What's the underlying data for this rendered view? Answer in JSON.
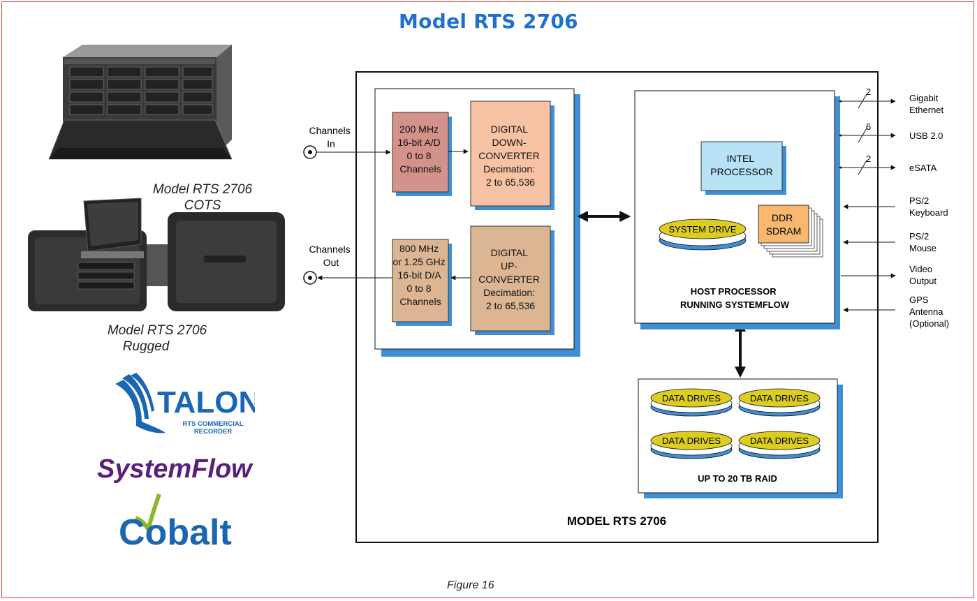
{
  "title": "Model RTS 2706",
  "figure_caption": "Figure 16",
  "products": {
    "cots_caption_line1": "Model RTS 2706",
    "cots_caption_line2": "COTS",
    "rugged_caption_line1": "Model RTS 2706",
    "rugged_caption_line2": "Rugged"
  },
  "logos": {
    "talon_name": "TALON",
    "talon_sub1": "RTS COMMERCIAL",
    "talon_sub2": "RECORDER",
    "systemflow_name": "SystemFlow",
    "cobalt_name": "Cobalt"
  },
  "diagram": {
    "system_label": "MODEL RTS 2706",
    "channels_in": [
      "Channels",
      "In"
    ],
    "channels_out": [
      "Channels",
      "Out"
    ],
    "ad_block": [
      "200 MHz",
      "16-bit A/D",
      "0 to 8",
      "Channels"
    ],
    "da_block": [
      "800 MHz",
      "or 1.25 GHz",
      "16-bit D/A",
      "0 to 8",
      "Channels"
    ],
    "ddc_block": [
      "DIGITAL",
      "DOWN-",
      "CONVERTER",
      "Decimation:",
      "2 to 65,536"
    ],
    "duc_block": [
      "DIGITAL",
      "UP-",
      "CONVERTER",
      "Decimation:",
      "2 to 65,536"
    ],
    "intel": [
      "INTEL",
      "PROCESSOR"
    ],
    "system_drive": "SYSTEM DRIVE",
    "ddr": [
      "DDR",
      "SDRAM"
    ],
    "host": [
      "HOST PROCESSOR",
      "RUNNING SYSTEMFLOW"
    ],
    "data_drive": "DATA DRIVES",
    "raid": "UP TO 20 TB RAID",
    "io": [
      {
        "label": [
          "Gigabit",
          "Ethernet"
        ],
        "bus": "2"
      },
      {
        "label": [
          "USB 2.0"
        ],
        "bus": "6"
      },
      {
        "label": [
          "eSATA"
        ],
        "bus": "2"
      },
      {
        "label": [
          "PS/2",
          "Keyboard"
        ],
        "bus": ""
      },
      {
        "label": [
          "PS/2",
          "Mouse"
        ],
        "bus": ""
      },
      {
        "label": [
          "Video",
          "Output"
        ],
        "bus": ""
      },
      {
        "label": [
          "GPS",
          "Antenna",
          "(Optional)"
        ],
        "bus": ""
      }
    ]
  },
  "colors": {
    "title": "#1f6fd1",
    "frame": "#d43b3b",
    "shadow": "#3f8fd6",
    "ad": "#d3928a",
    "ddc": "#f8c3a4",
    "da": "#dcb692",
    "duc": "#dcb692",
    "intel": "#b8e2f6",
    "ddr": "#f8b870",
    "drive": "#dccd22"
  }
}
